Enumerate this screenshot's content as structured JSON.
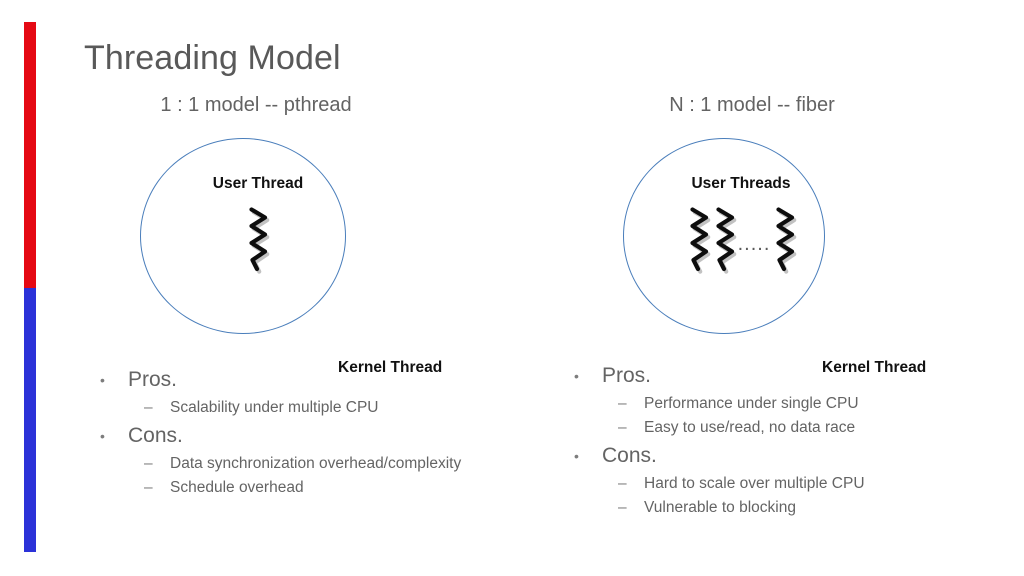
{
  "slide": {
    "title": "Threading Model",
    "background_color": "#ffffff",
    "title_color": "#595959"
  },
  "accent_bar": {
    "top_color": "#E50914",
    "bottom_color": "#2B32D8"
  },
  "theme": {
    "circle_stroke": "#4A7EBB",
    "body_text_color": "#646464",
    "label_text_color": "#111111"
  },
  "columns": [
    {
      "heading": "1 : 1 model -- pthread",
      "diagram": {
        "circle_label": "User Thread",
        "thread_count": 1,
        "show_ellipsis": false,
        "ellipsis": "",
        "outside_label": "Kernel Thread"
      },
      "sections": [
        {
          "title": "Pros.",
          "marker": "•",
          "items": [
            {
              "marker": "–",
              "text": "Scalability under multiple CPU"
            }
          ]
        },
        {
          "title": "Cons.",
          "marker": "•",
          "items": [
            {
              "marker": "–",
              "text": "Data synchronization overhead/complexity"
            },
            {
              "marker": "–",
              "text": "Schedule overhead"
            }
          ]
        }
      ]
    },
    {
      "heading": "N : 1 model -- fiber",
      "diagram": {
        "circle_label": "User Threads",
        "thread_count": 3,
        "show_ellipsis": true,
        "ellipsis": ".....",
        "outside_label": "Kernel Thread"
      },
      "sections": [
        {
          "title": "Pros.",
          "marker": "•",
          "items": [
            {
              "marker": "–",
              "text": "Performance under single CPU"
            },
            {
              "marker": "–",
              "text": "Easy to use/read, no data race"
            }
          ]
        },
        {
          "title": "Cons.",
          "marker": "•",
          "items": [
            {
              "marker": "–",
              "text": "Hard to scale over multiple CPU"
            },
            {
              "marker": "–",
              "text": "Vulnerable to blocking"
            }
          ]
        }
      ]
    }
  ]
}
